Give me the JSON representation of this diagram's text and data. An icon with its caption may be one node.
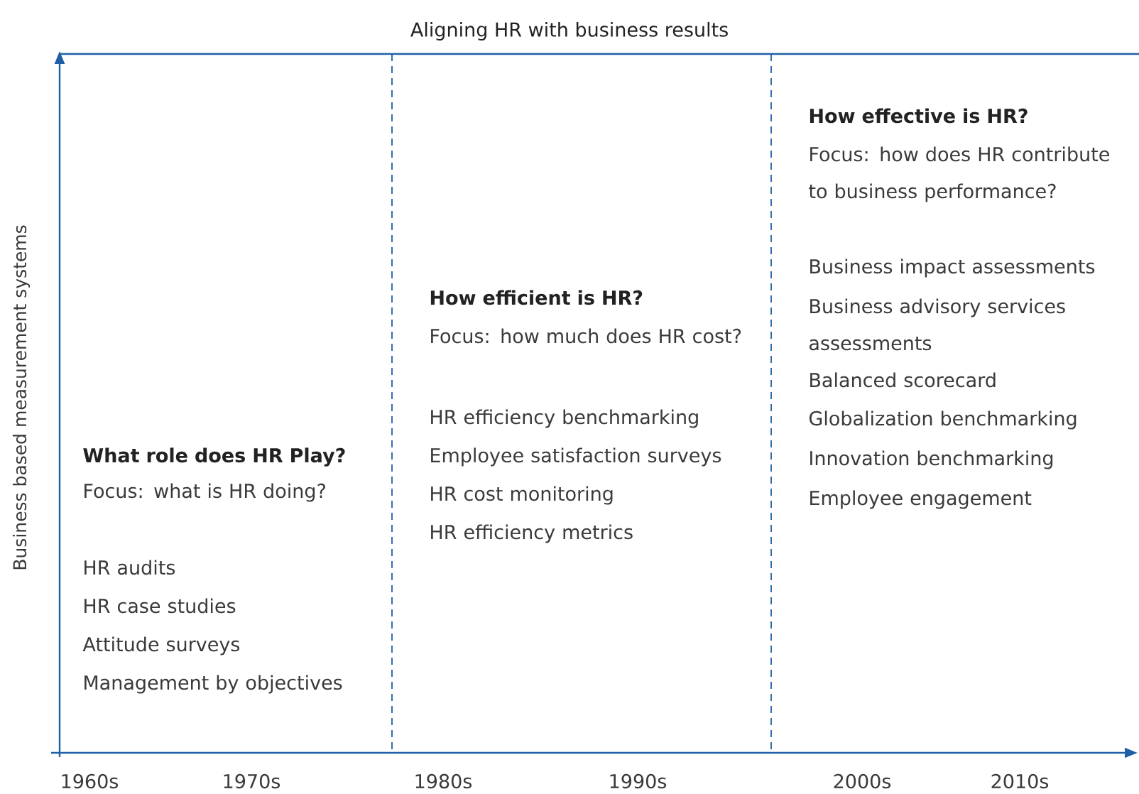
{
  "diagram": {
    "title": "Aligning HR with business results",
    "labels": [
      "Business based measurement systems",
      "What role does HR Play?",
      "Focus: what is HR doing?",
      "HR audits",
      "HR case studies",
      "Attitude surveys",
      "Management by objectives",
      "How efficient is HR?",
      "Focus: how much does HR cost?",
      "HR efficiency benchmarking",
      "Employee satisfaction surveys",
      "HR cost monitoring",
      "HR efficiency metrics",
      "How effective is HR?",
      "Focus: how does HR contribute to business performance?",
      "Business impact assessments",
      "Business advisory services assessments",
      "Balanced scorecard",
      "Globalization benchmarking",
      "Innovation benchmarking",
      "Employee engagement",
      "1960s",
      "1970s",
      "1980s",
      "1990s",
      "2000s",
      "2010s"
    ]
  }
}
